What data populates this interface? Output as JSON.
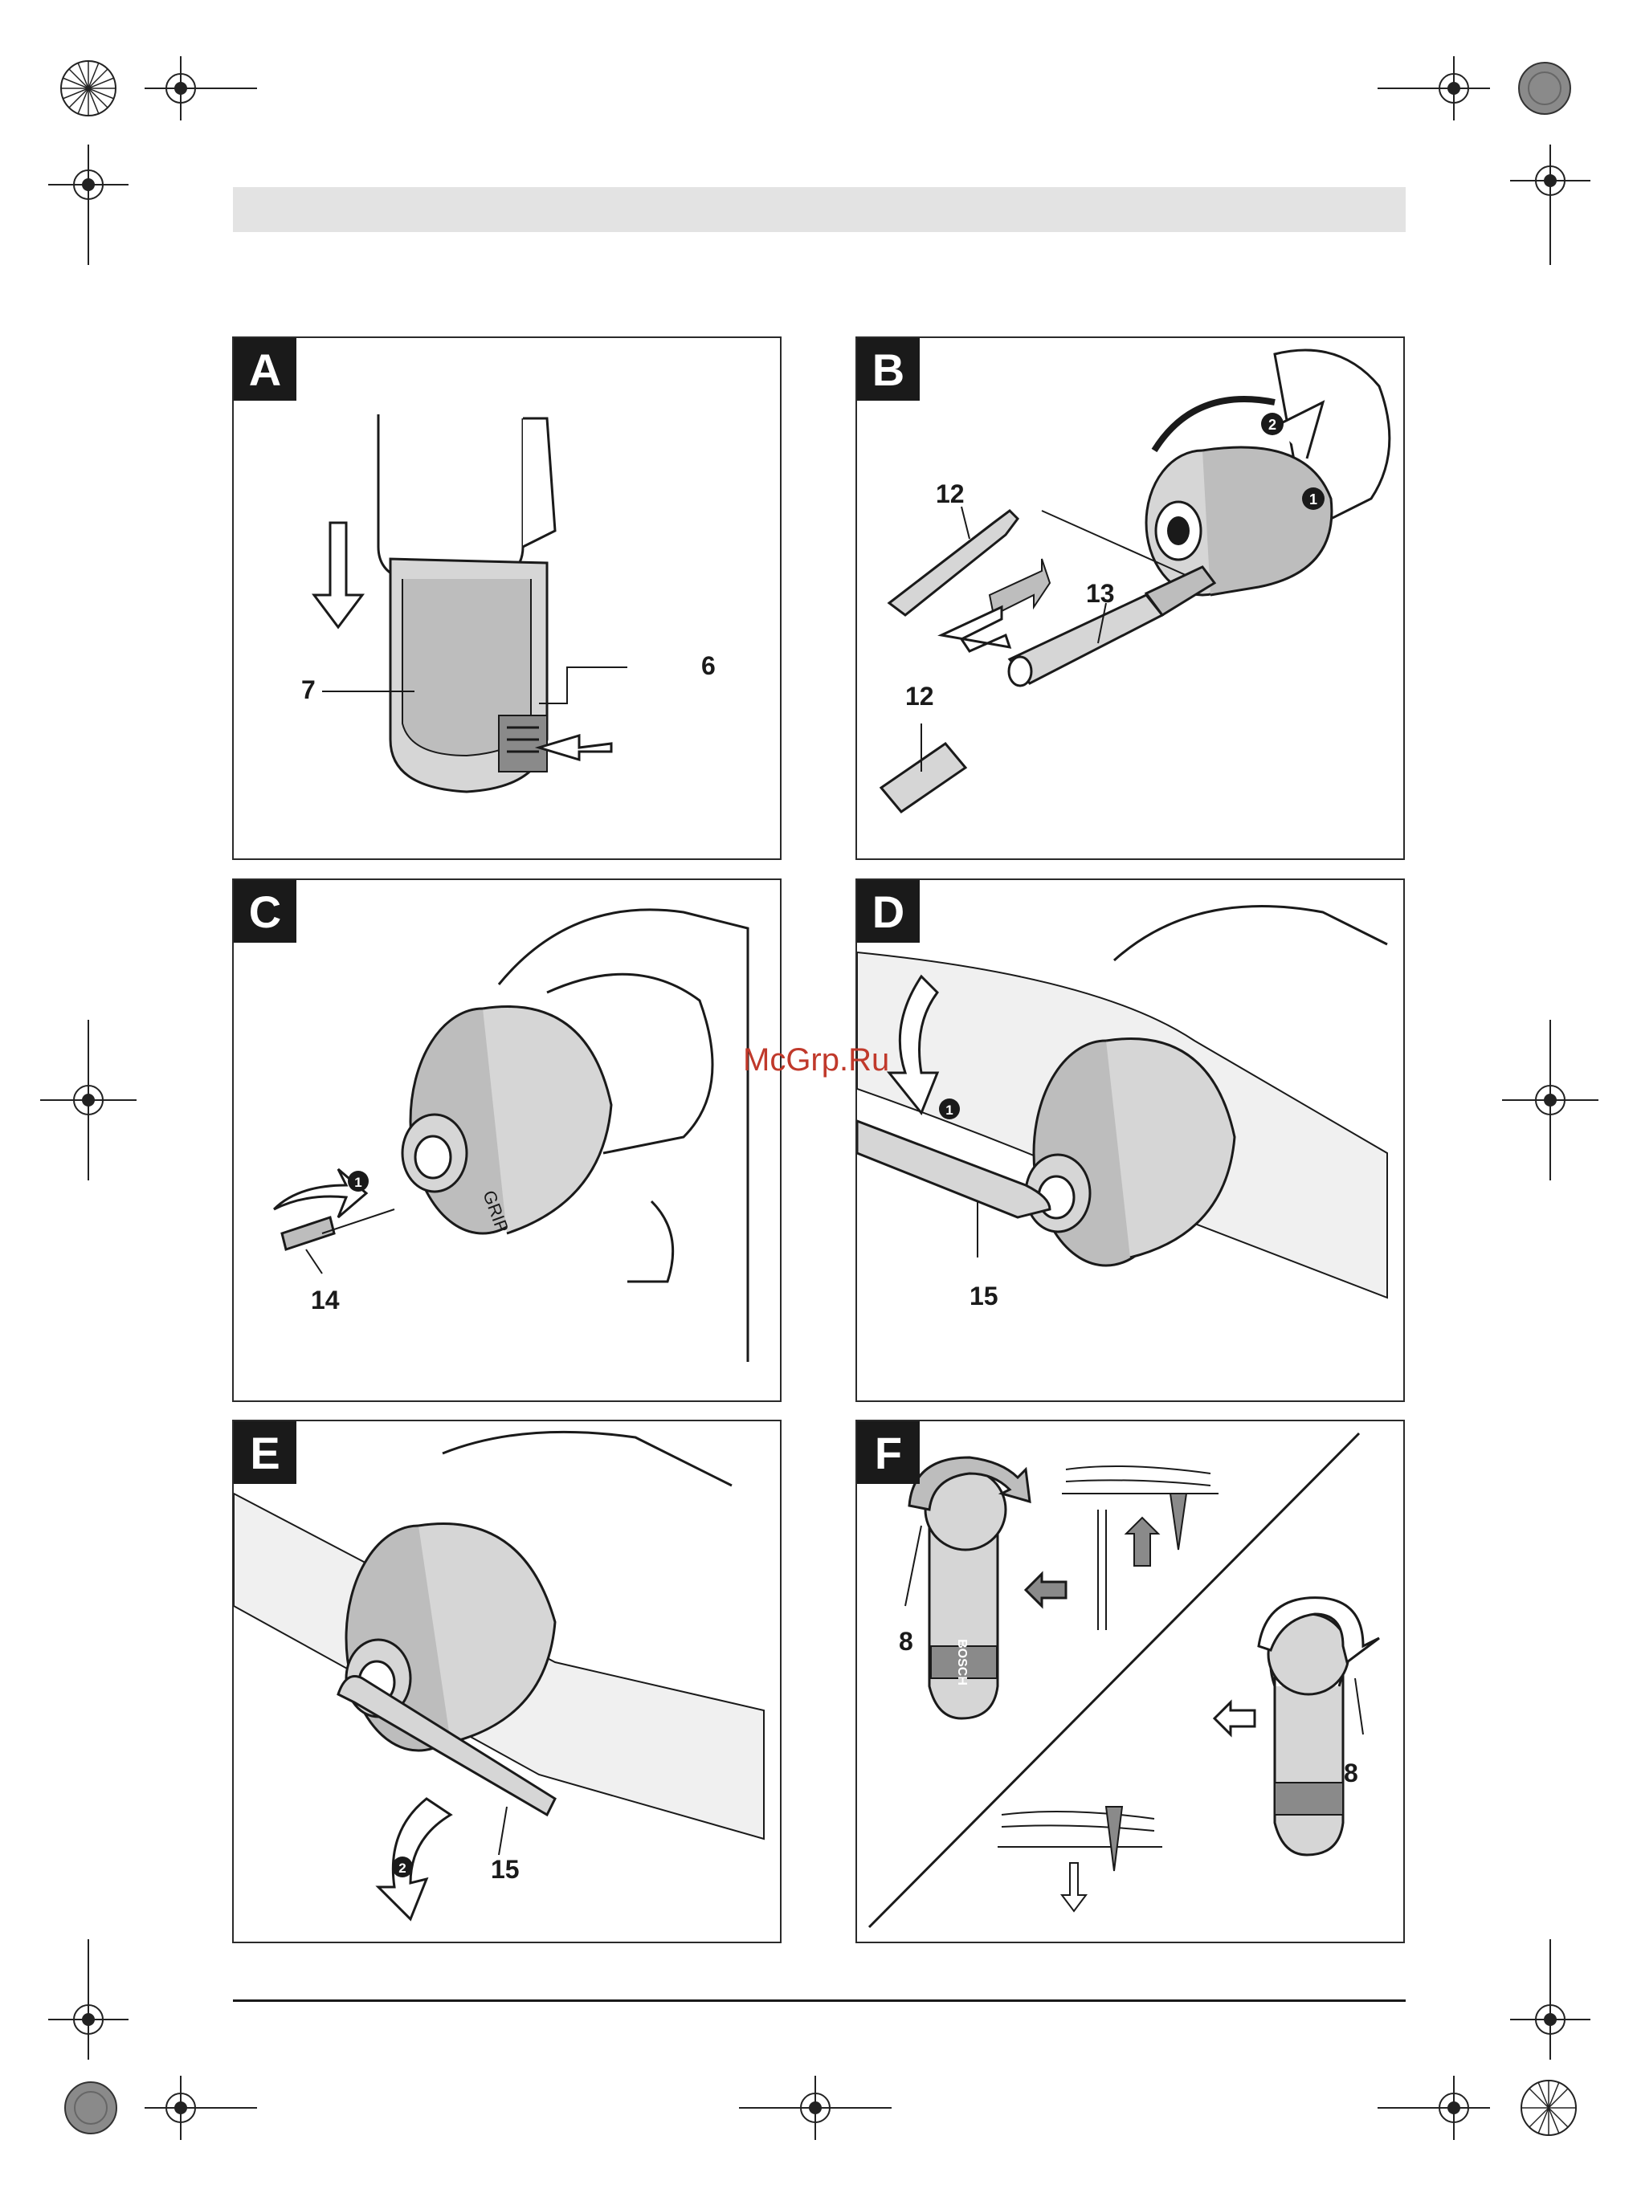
{
  "watermark": "McGrp.Ru",
  "panels": [
    {
      "letter": "A",
      "callouts": [
        "7",
        "6"
      ]
    },
    {
      "letter": "B",
      "callouts": [
        "12",
        "13",
        "12"
      ],
      "steps": [
        "❷",
        "❶"
      ]
    },
    {
      "letter": "C",
      "callouts": [
        "14"
      ],
      "steps": [
        "❶"
      ]
    },
    {
      "letter": "D",
      "callouts": [
        "15"
      ],
      "steps": [
        "❶"
      ]
    },
    {
      "letter": "E",
      "callouts": [
        "15"
      ],
      "steps": [
        "❷"
      ]
    },
    {
      "letter": "F",
      "callouts": [
        "8",
        "8"
      ]
    }
  ],
  "chuck_label": "GRIP",
  "brand_label": "BOSCH",
  "colors": {
    "ink": "#1a1a1a",
    "panel_fill": "#d6d6d6",
    "header_bar": "#e3e3e3",
    "watermark": "#c0392b"
  }
}
